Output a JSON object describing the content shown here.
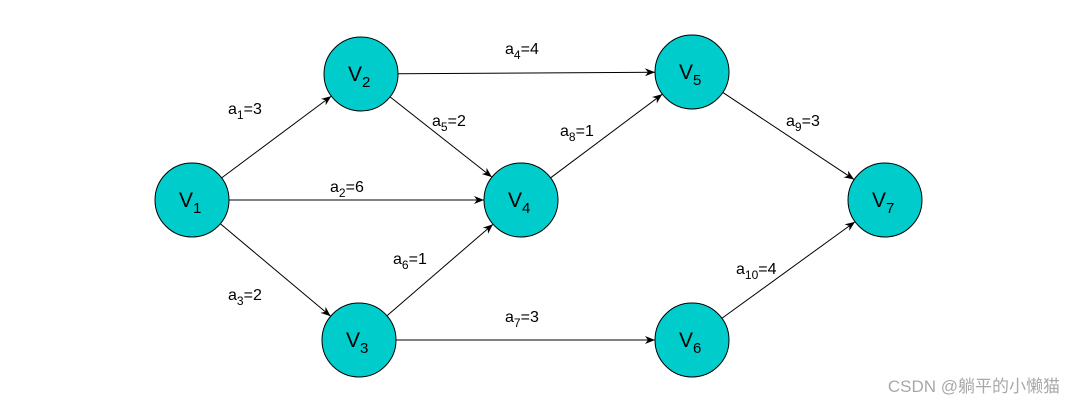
{
  "diagram": {
    "node_color": "#00CCCC",
    "nodes": [
      {
        "id": "V1",
        "base": "V",
        "sub": "1"
      },
      {
        "id": "V2",
        "base": "V",
        "sub": "2"
      },
      {
        "id": "V3",
        "base": "V",
        "sub": "3"
      },
      {
        "id": "V4",
        "base": "V",
        "sub": "4"
      },
      {
        "id": "V5",
        "base": "V",
        "sub": "5"
      },
      {
        "id": "V6",
        "base": "V",
        "sub": "6"
      },
      {
        "id": "V7",
        "base": "V",
        "sub": "7"
      }
    ],
    "edges": [
      {
        "from": "V1",
        "to": "V2",
        "base": "a",
        "sub": "1",
        "weight": "=3"
      },
      {
        "from": "V1",
        "to": "V4",
        "base": "a",
        "sub": "2",
        "weight": "=6"
      },
      {
        "from": "V1",
        "to": "V3",
        "base": "a",
        "sub": "3",
        "weight": "=2"
      },
      {
        "from": "V2",
        "to": "V5",
        "base": "a",
        "sub": "4",
        "weight": "=4"
      },
      {
        "from": "V2",
        "to": "V4",
        "base": "a",
        "sub": "5",
        "weight": "=2"
      },
      {
        "from": "V3",
        "to": "V4",
        "base": "a",
        "sub": "6",
        "weight": "=1"
      },
      {
        "from": "V3",
        "to": "V6",
        "base": "a",
        "sub": "7",
        "weight": "=3"
      },
      {
        "from": "V4",
        "to": "V5",
        "base": "a",
        "sub": "8",
        "weight": "=1"
      },
      {
        "from": "V5",
        "to": "V7",
        "base": "a",
        "sub": "9",
        "weight": "=3"
      },
      {
        "from": "V6",
        "to": "V7",
        "base": "a",
        "sub": "10",
        "weight": "=4"
      }
    ]
  },
  "watermark": "CSDN @躺平的小懒猫"
}
